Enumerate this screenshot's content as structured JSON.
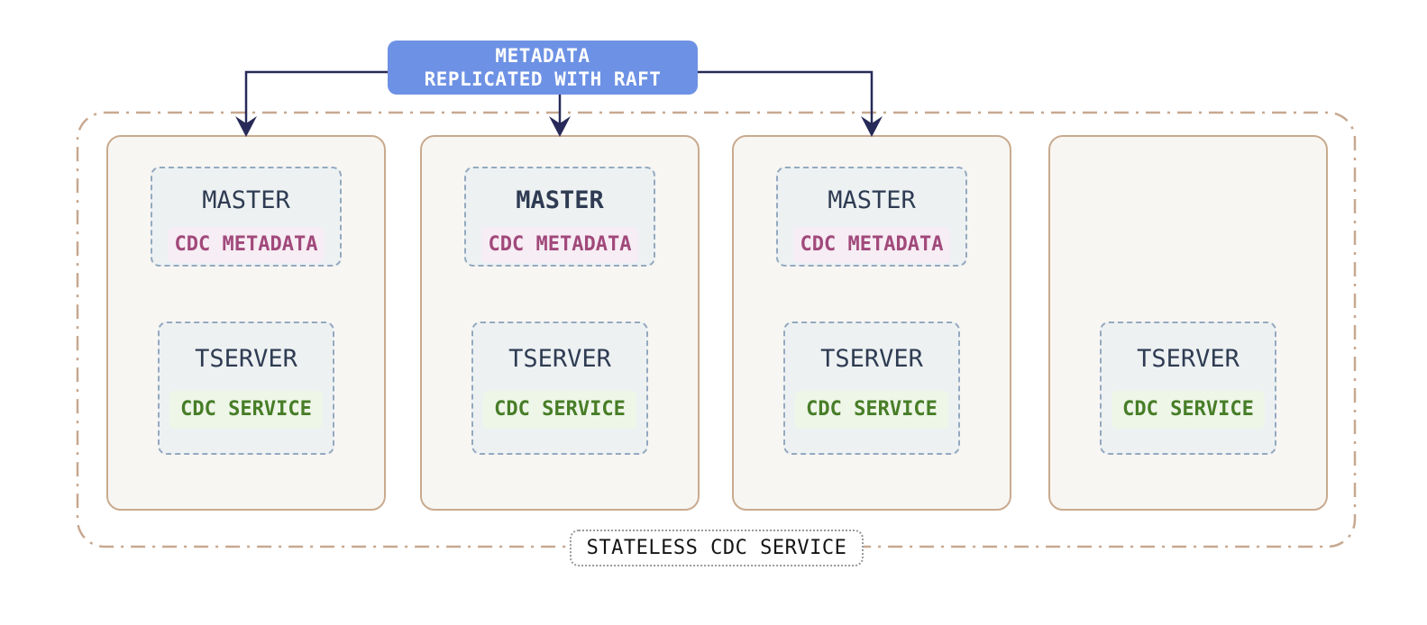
{
  "banner": {
    "line1": "METADATA",
    "line2": "REPLICATED WITH RAFT"
  },
  "group": {
    "label": "STATELESS CDC SERVICE"
  },
  "nodes": [
    {
      "master": {
        "title": "MASTER",
        "badge": "CDC METADATA",
        "emphasis": "normal"
      },
      "tserver": {
        "title": "TSERVER",
        "badge": "CDC SERVICE"
      }
    },
    {
      "master": {
        "title": "MASTER",
        "badge": "CDC METADATA",
        "emphasis": "bold"
      },
      "tserver": {
        "title": "TSERVER",
        "badge": "CDC SERVICE"
      }
    },
    {
      "master": {
        "title": "MASTER",
        "badge": "CDC METADATA",
        "emphasis": "normal"
      },
      "tserver": {
        "title": "TSERVER",
        "badge": "CDC SERVICE"
      }
    },
    {
      "tserver": {
        "title": "TSERVER",
        "badge": "CDC SERVICE"
      }
    }
  ],
  "colors": {
    "banner_bg": "#6d91e4",
    "banner_text": "#ffffff",
    "connector": "#272a58",
    "node_border": "#c9aa8e",
    "node_bg": "#f8f6f2",
    "inner_border": "#94a9c0",
    "inner_bg": "#edf1f2",
    "inner_title": "#2e3b52",
    "metadata_text": "#a1497b",
    "metadata_bg": "#f7edf4",
    "service_text": "#477d27",
    "service_bg": "#eef6e8",
    "group_border": "#c7a890",
    "label_border": "#9a9a9a",
    "label_text": "#141414"
  }
}
